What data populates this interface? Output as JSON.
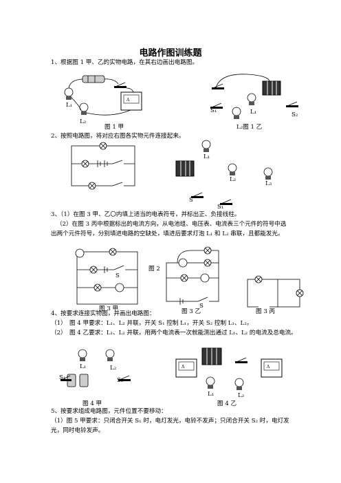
{
  "title": "电路作图训练题",
  "q1": {
    "text": "1、根据图 1 甲、乙的实物电路，在其右边画出电路图。",
    "cap_a": "图 1 甲",
    "cap_b": "L₂图 1 乙",
    "labels": {
      "l1": "L₁",
      "l2": "L₂",
      "l1b": "L₁",
      "s1": "S₁",
      "s2": "S₂"
    }
  },
  "q2": {
    "text": "2、按照电路图，将对应右图各实物元件连接起来。",
    "labels": {
      "l1": "L₁",
      "l2": "L₂",
      "l3": "L₃",
      "s": "S",
      "s1": "S₁"
    }
  },
  "q3": {
    "line1": "3、（1）在图 3 甲、乙〇内填上适当的电表符号，并标出正、负接线柱。",
    "line2": "（2）在图 3 丙中根据标出的电流方向，从电池组、电压表、电流表三个元件的符号中选",
    "line3": "出两个元件符号，分别填进电路的空缺处，填进后要求灯泡 L₁ 和 L₂ 串联，且都能发光。",
    "cap_a": "图 3 甲",
    "cap_fig2": "图 2",
    "cap_b": "图 3 乙",
    "cap_c": "图 3 丙",
    "s": "S"
  },
  "q4": {
    "text": "4、按要求连接实物图，并画出电路图：",
    "item1": "（1）　图 4 甲要求：L₁、L₂ 并联，开关 S₁ 控制 L₁，开关 S₂ 控制 L₁、L₂。",
    "item2": "（2）　图 4 乙要求：L₁、L₂ 并联，用两个电流表一次就能测出通过 L₁、L₂ 的电流及总电流。",
    "cap_a": "图 4 甲",
    "cap_b": "图 4 乙",
    "labels": {
      "l1": "L₁",
      "l2": "L₂",
      "s1": "S₁",
      "s2": "S₂"
    }
  },
  "q5": {
    "text": "5、按要求组成电路图，元件位置不要移动：",
    "item1": "（1）图 5 甲要求：只闭合开关 S₁ 时，电灯发光，电铃不发声；只闭合开关 S₂ 时，电灯发",
    "item2": "光，同时电铃发声。"
  }
}
